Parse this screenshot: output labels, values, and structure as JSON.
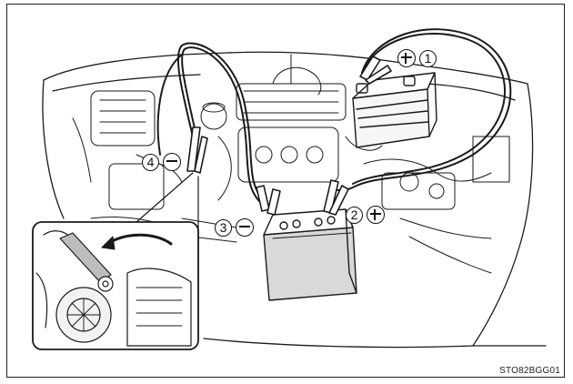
{
  "steps": [
    {
      "num": "1",
      "sign": "plus"
    },
    {
      "num": "2",
      "sign": "plus"
    },
    {
      "num": "3",
      "sign": "minus"
    },
    {
      "num": "4",
      "sign": "minus"
    }
  ],
  "figure_code": "STO82BGG01",
  "icons": {
    "positive": "plus-sign-icon",
    "negative": "minus-sign-icon",
    "arrow": "curved-arrow-icon"
  }
}
